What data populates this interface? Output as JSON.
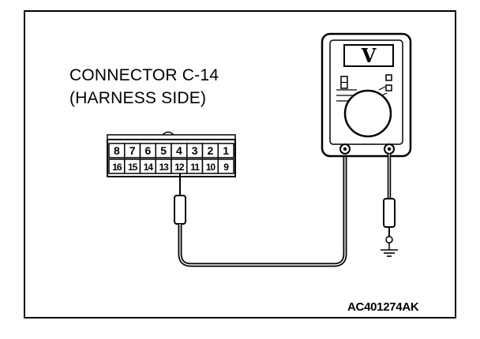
{
  "diagram": {
    "caption_line1": "CONNECTOR C-14",
    "caption_line2": "(HARNESS SIDE)",
    "figure_id": "AC401274AK"
  },
  "connector": {
    "top_row_pins": [
      "8",
      "7",
      "6",
      "5",
      "4",
      "3",
      "2",
      "1"
    ],
    "bottom_row_pins": [
      "16",
      "15",
      "14",
      "13",
      "12",
      "11",
      "10",
      "9"
    ],
    "probed_pin": "12"
  },
  "meter": {
    "display_symbol": "V",
    "icon": "voltmeter-icon"
  },
  "ground": {
    "icon": "ground-symbol-icon"
  },
  "colors": {
    "line": "#000000",
    "background": "#ffffff"
  }
}
